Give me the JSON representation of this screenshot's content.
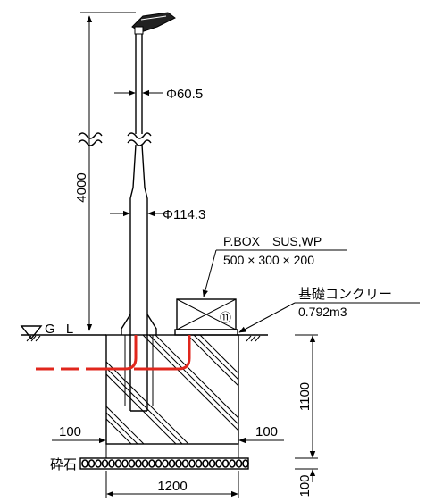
{
  "labels": {
    "pole_dia_top": "Φ60.5",
    "pole_dia_bottom": "Φ114.3",
    "pole_height": "4000",
    "gl": "G L",
    "pbox_spec": "P.BOX　SUS,WP",
    "pbox_size": "500 × 300 × 200",
    "pbox_number": "⑪",
    "foundation_label": "基礎コンクリー",
    "foundation_volume": "0.792m3",
    "foundation_height": "1100",
    "gravel_height": "100",
    "offset_left": "100",
    "offset_right": "100",
    "foundation_width": "1200",
    "gravel": "砕石"
  },
  "colors": {
    "line": "#000000",
    "conduit": "#e0261c",
    "background": "#ffffff"
  }
}
